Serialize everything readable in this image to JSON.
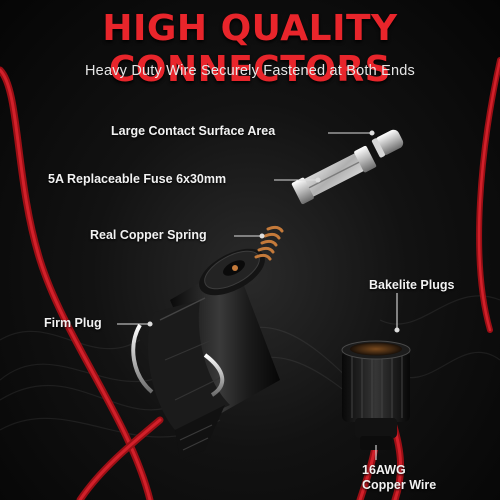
{
  "title": "HIGH QUALITY CONNECTORS",
  "subtitle": "Heavy Duty Wire Securely Fastened at Both Ends",
  "callouts": {
    "contact_surface": "Large Contact Surface Area",
    "fuse": "5A Replaceable Fuse 6x30mm",
    "spring": "Real Copper Spring",
    "firm_plug": "Firm Plug",
    "bakelite": "Bakelite Plugs",
    "wire_line1": "16AWG",
    "wire_line2": "Copper Wire"
  },
  "colors": {
    "accent": "#e8252b",
    "text": "#f2f2f2",
    "background": "#0b0b0b",
    "copper": "#c47a3a",
    "wire_red": "#c8141c"
  }
}
